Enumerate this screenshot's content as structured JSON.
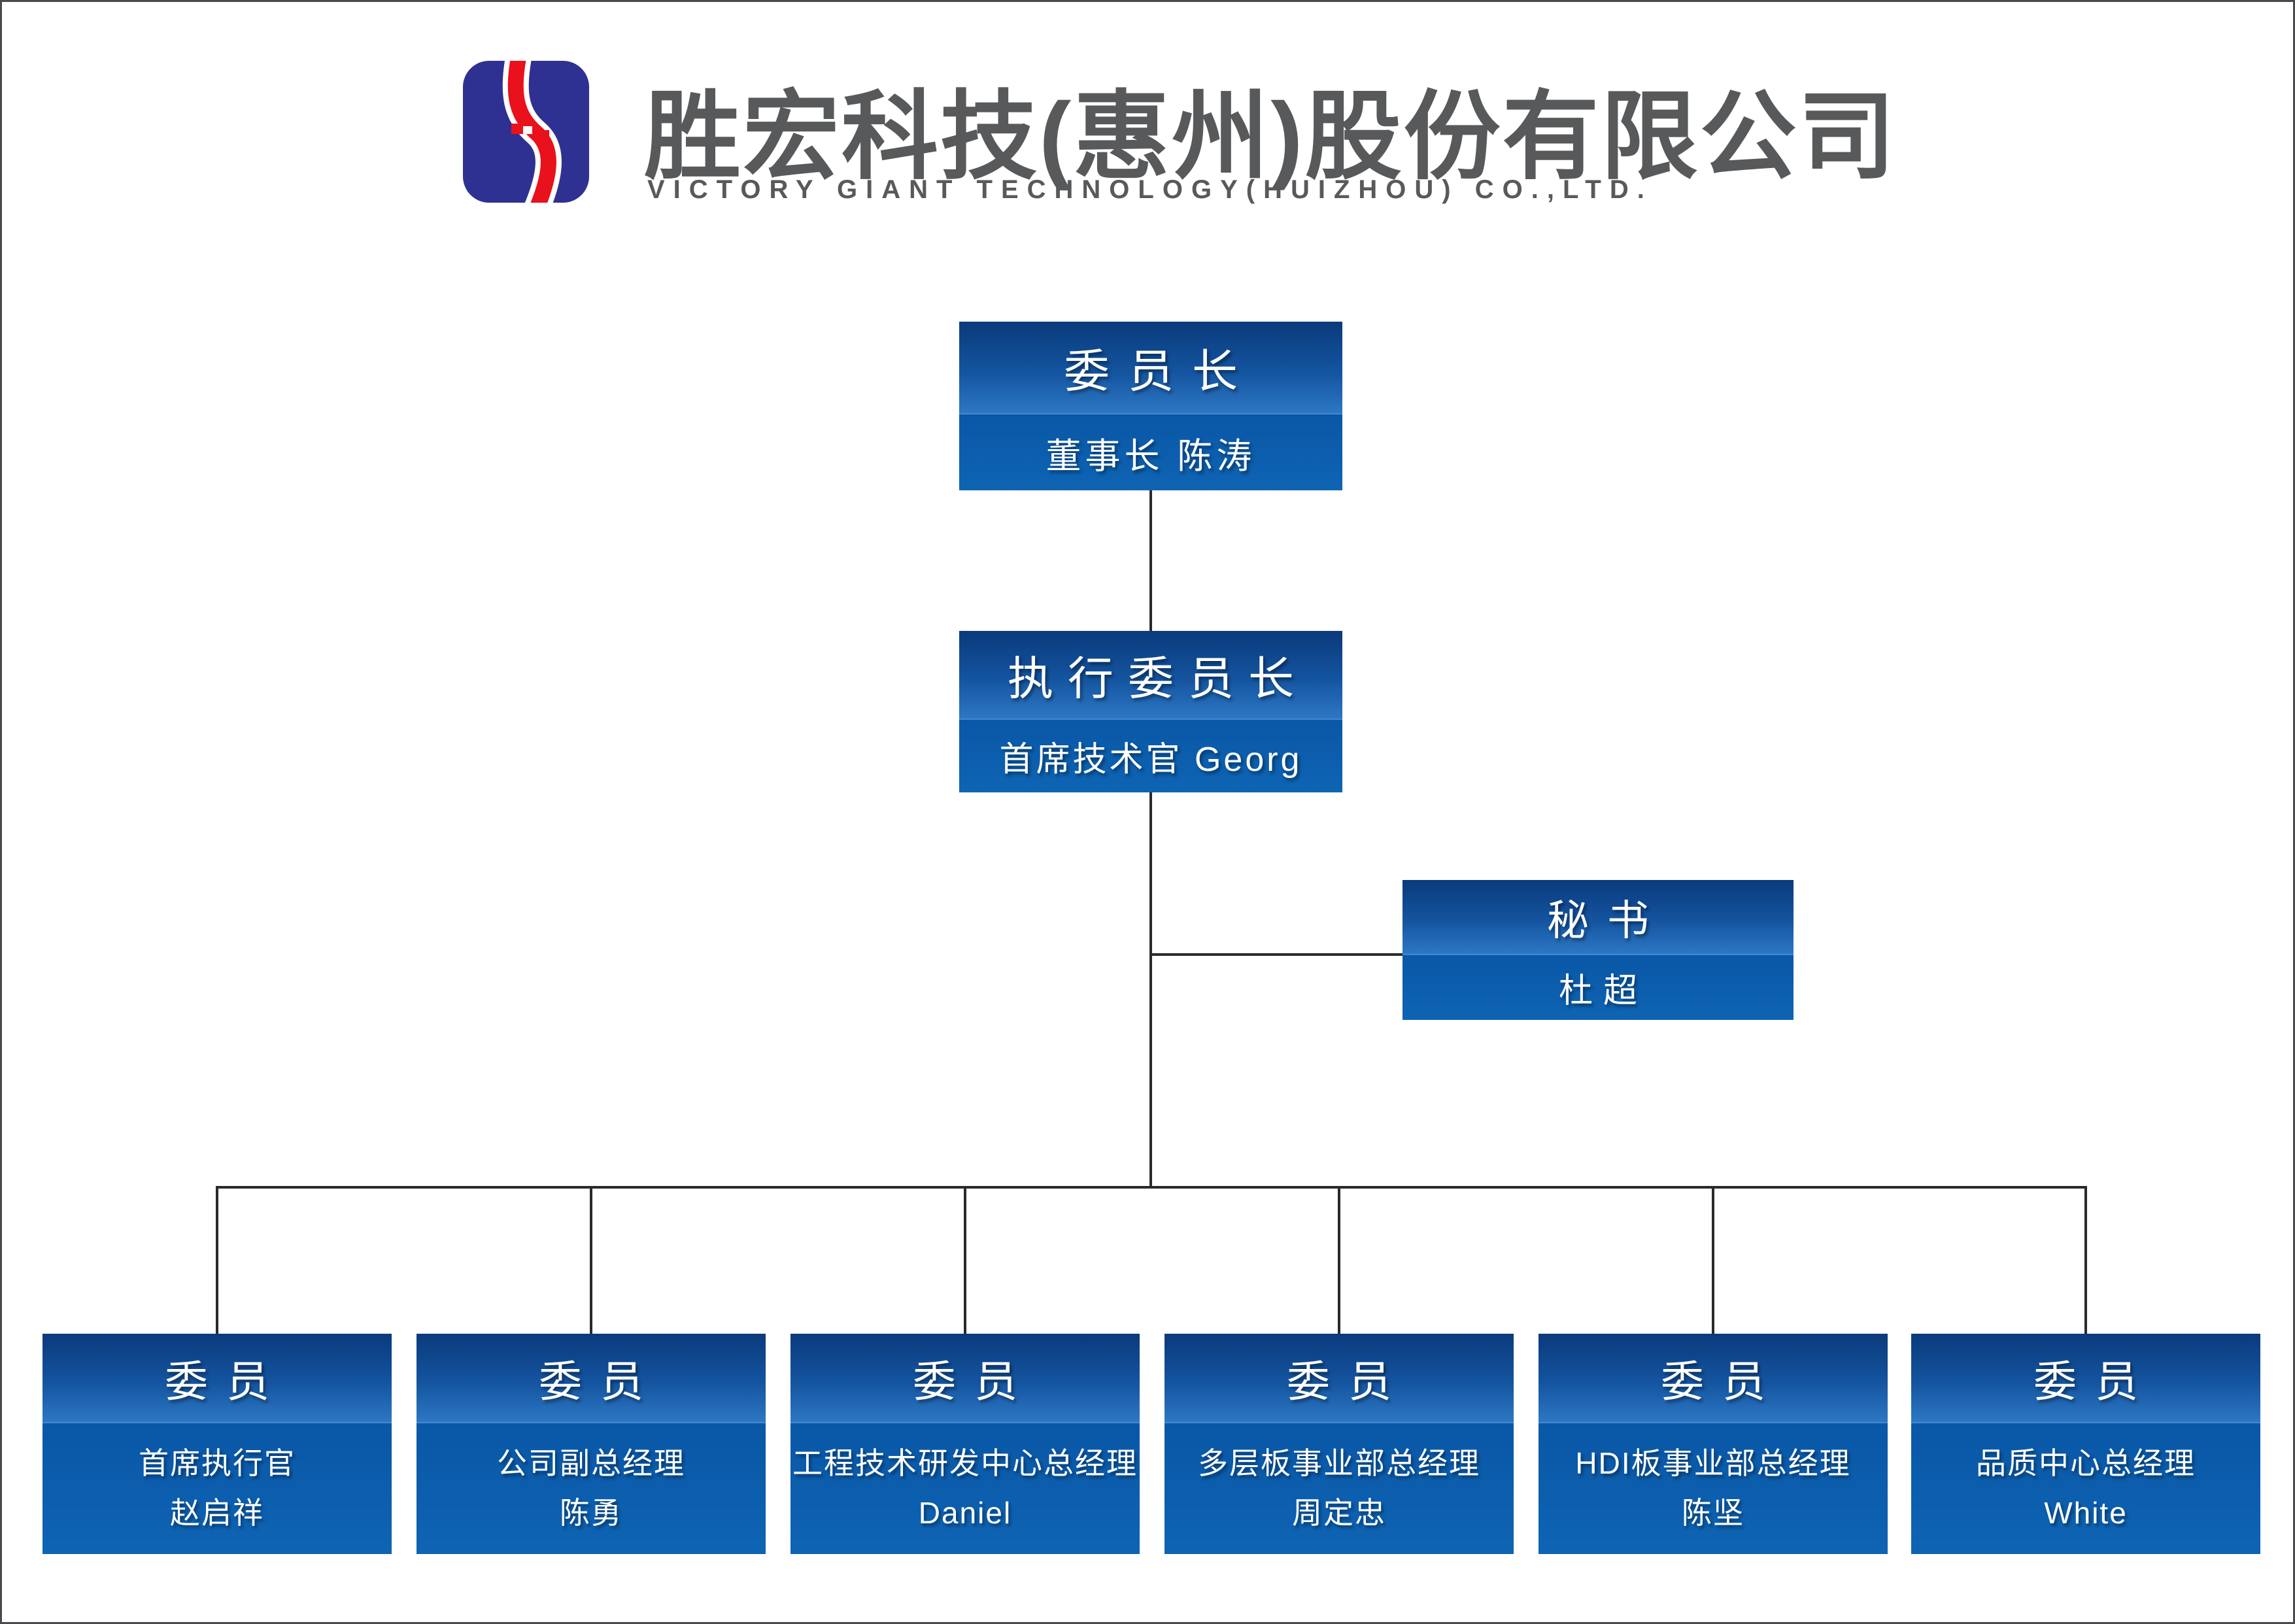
{
  "header": {
    "company_zh": "胜宏科技(惠州)股份有限公司",
    "company_en": "VICTORY GIANT TECHNOLOGY(HUIZHOU) CO.,LTD.",
    "logo_colors": {
      "blue": "#2e3192",
      "red": "#e8111c",
      "white": "#ffffff"
    }
  },
  "colors": {
    "box_gradient_top": "#0a3a7c",
    "box_gradient_mid": "#2d77c4",
    "box_lower": "#0e64b3",
    "connector": "#2b2a2a",
    "heading_text": "#58595b"
  },
  "org": {
    "chairman": {
      "title": "委员长",
      "subtitle": "董事长 陈涛"
    },
    "exec_chairman": {
      "title": "执行委员长",
      "subtitle": "首席技术官 Georg"
    },
    "secretary": {
      "title": "秘书",
      "subtitle": "杜超"
    },
    "members": [
      {
        "title": "委员",
        "role": "首席执行官",
        "name": "赵启祥"
      },
      {
        "title": "委员",
        "role": "公司副总经理",
        "name": "陈勇"
      },
      {
        "title": "委员",
        "role": "工程技术研发中心总经理",
        "name": "Daniel"
      },
      {
        "title": "委员",
        "role": "多层板事业部总经理",
        "name": "周定忠"
      },
      {
        "title": "委员",
        "role": "HDI板事业部总经理",
        "name": "陈坚"
      },
      {
        "title": "委员",
        "role": "品质中心总经理",
        "name": "White"
      }
    ]
  }
}
